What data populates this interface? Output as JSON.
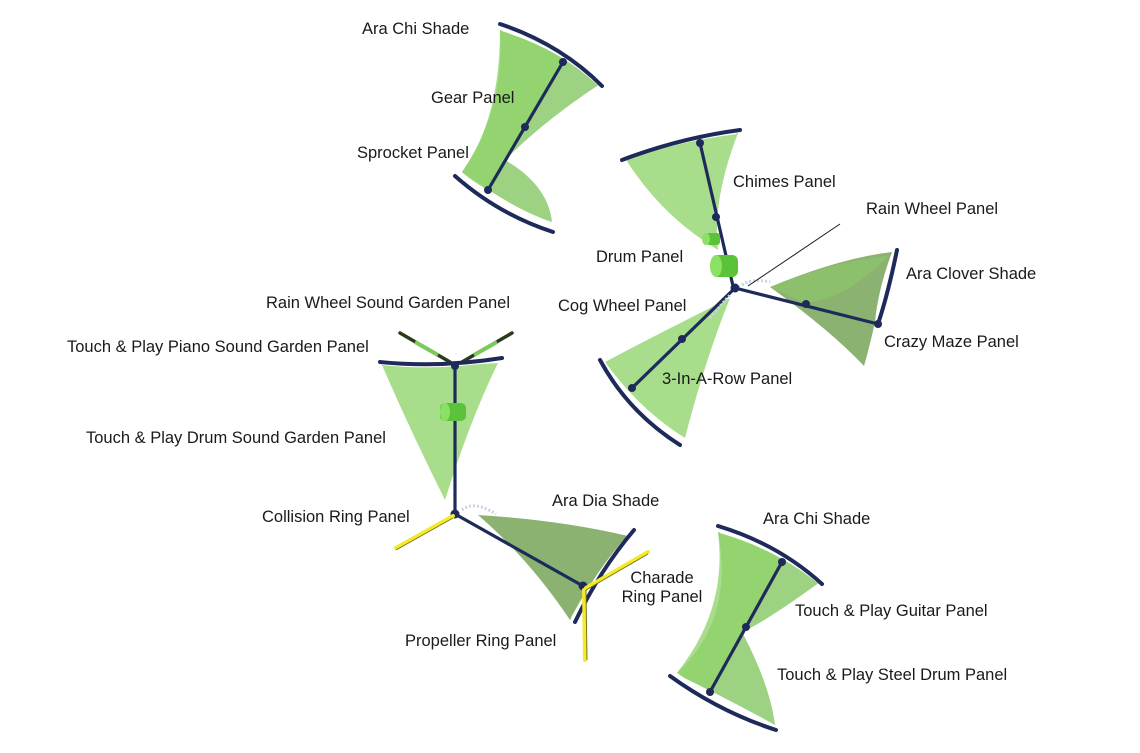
{
  "labels": {
    "ara_chi_shade_top": "Ara Chi Shade",
    "gear_panel": "Gear Panel",
    "sprocket_panel": "Sprocket Panel",
    "chimes_panel": "Chimes Panel",
    "rain_wheel_panel": "Rain Wheel Panel",
    "drum_panel": "Drum Panel",
    "ara_clover_shade": "Ara Clover Shade",
    "cog_wheel_panel": "Cog Wheel Panel",
    "crazy_maze_panel": "Crazy Maze Panel",
    "three_in_a_row_panel": "3-In-A-Row Panel",
    "rain_wheel_sound_garden_panel": "Rain Wheel Sound Garden Panel",
    "touch_play_piano_sound_garden_panel": "Touch & Play Piano Sound Garden Panel",
    "touch_play_drum_sound_garden_panel": "Touch & Play Drum Sound Garden Panel",
    "collision_ring_panel": "Collision Ring Panel",
    "ara_dia_shade": "Ara Dia Shade",
    "charade_ring_panel_line1": "Charade",
    "charade_ring_panel_line2": "Ring Panel",
    "propeller_ring_panel": "Propeller Ring Panel",
    "ara_chi_shade_bottom": "Ara Chi Shade",
    "touch_play_guitar_panel": "Touch & Play Guitar Panel",
    "touch_play_steel_drum_panel": "Touch & Play Steel Drum Panel"
  },
  "colors": {
    "frame": "#1e2a5a",
    "sail_light": "#8fd36a",
    "sail_dark": "#7faa62",
    "accent_yellow": "#f3ea2a",
    "drum_green": "#5cc23a"
  }
}
